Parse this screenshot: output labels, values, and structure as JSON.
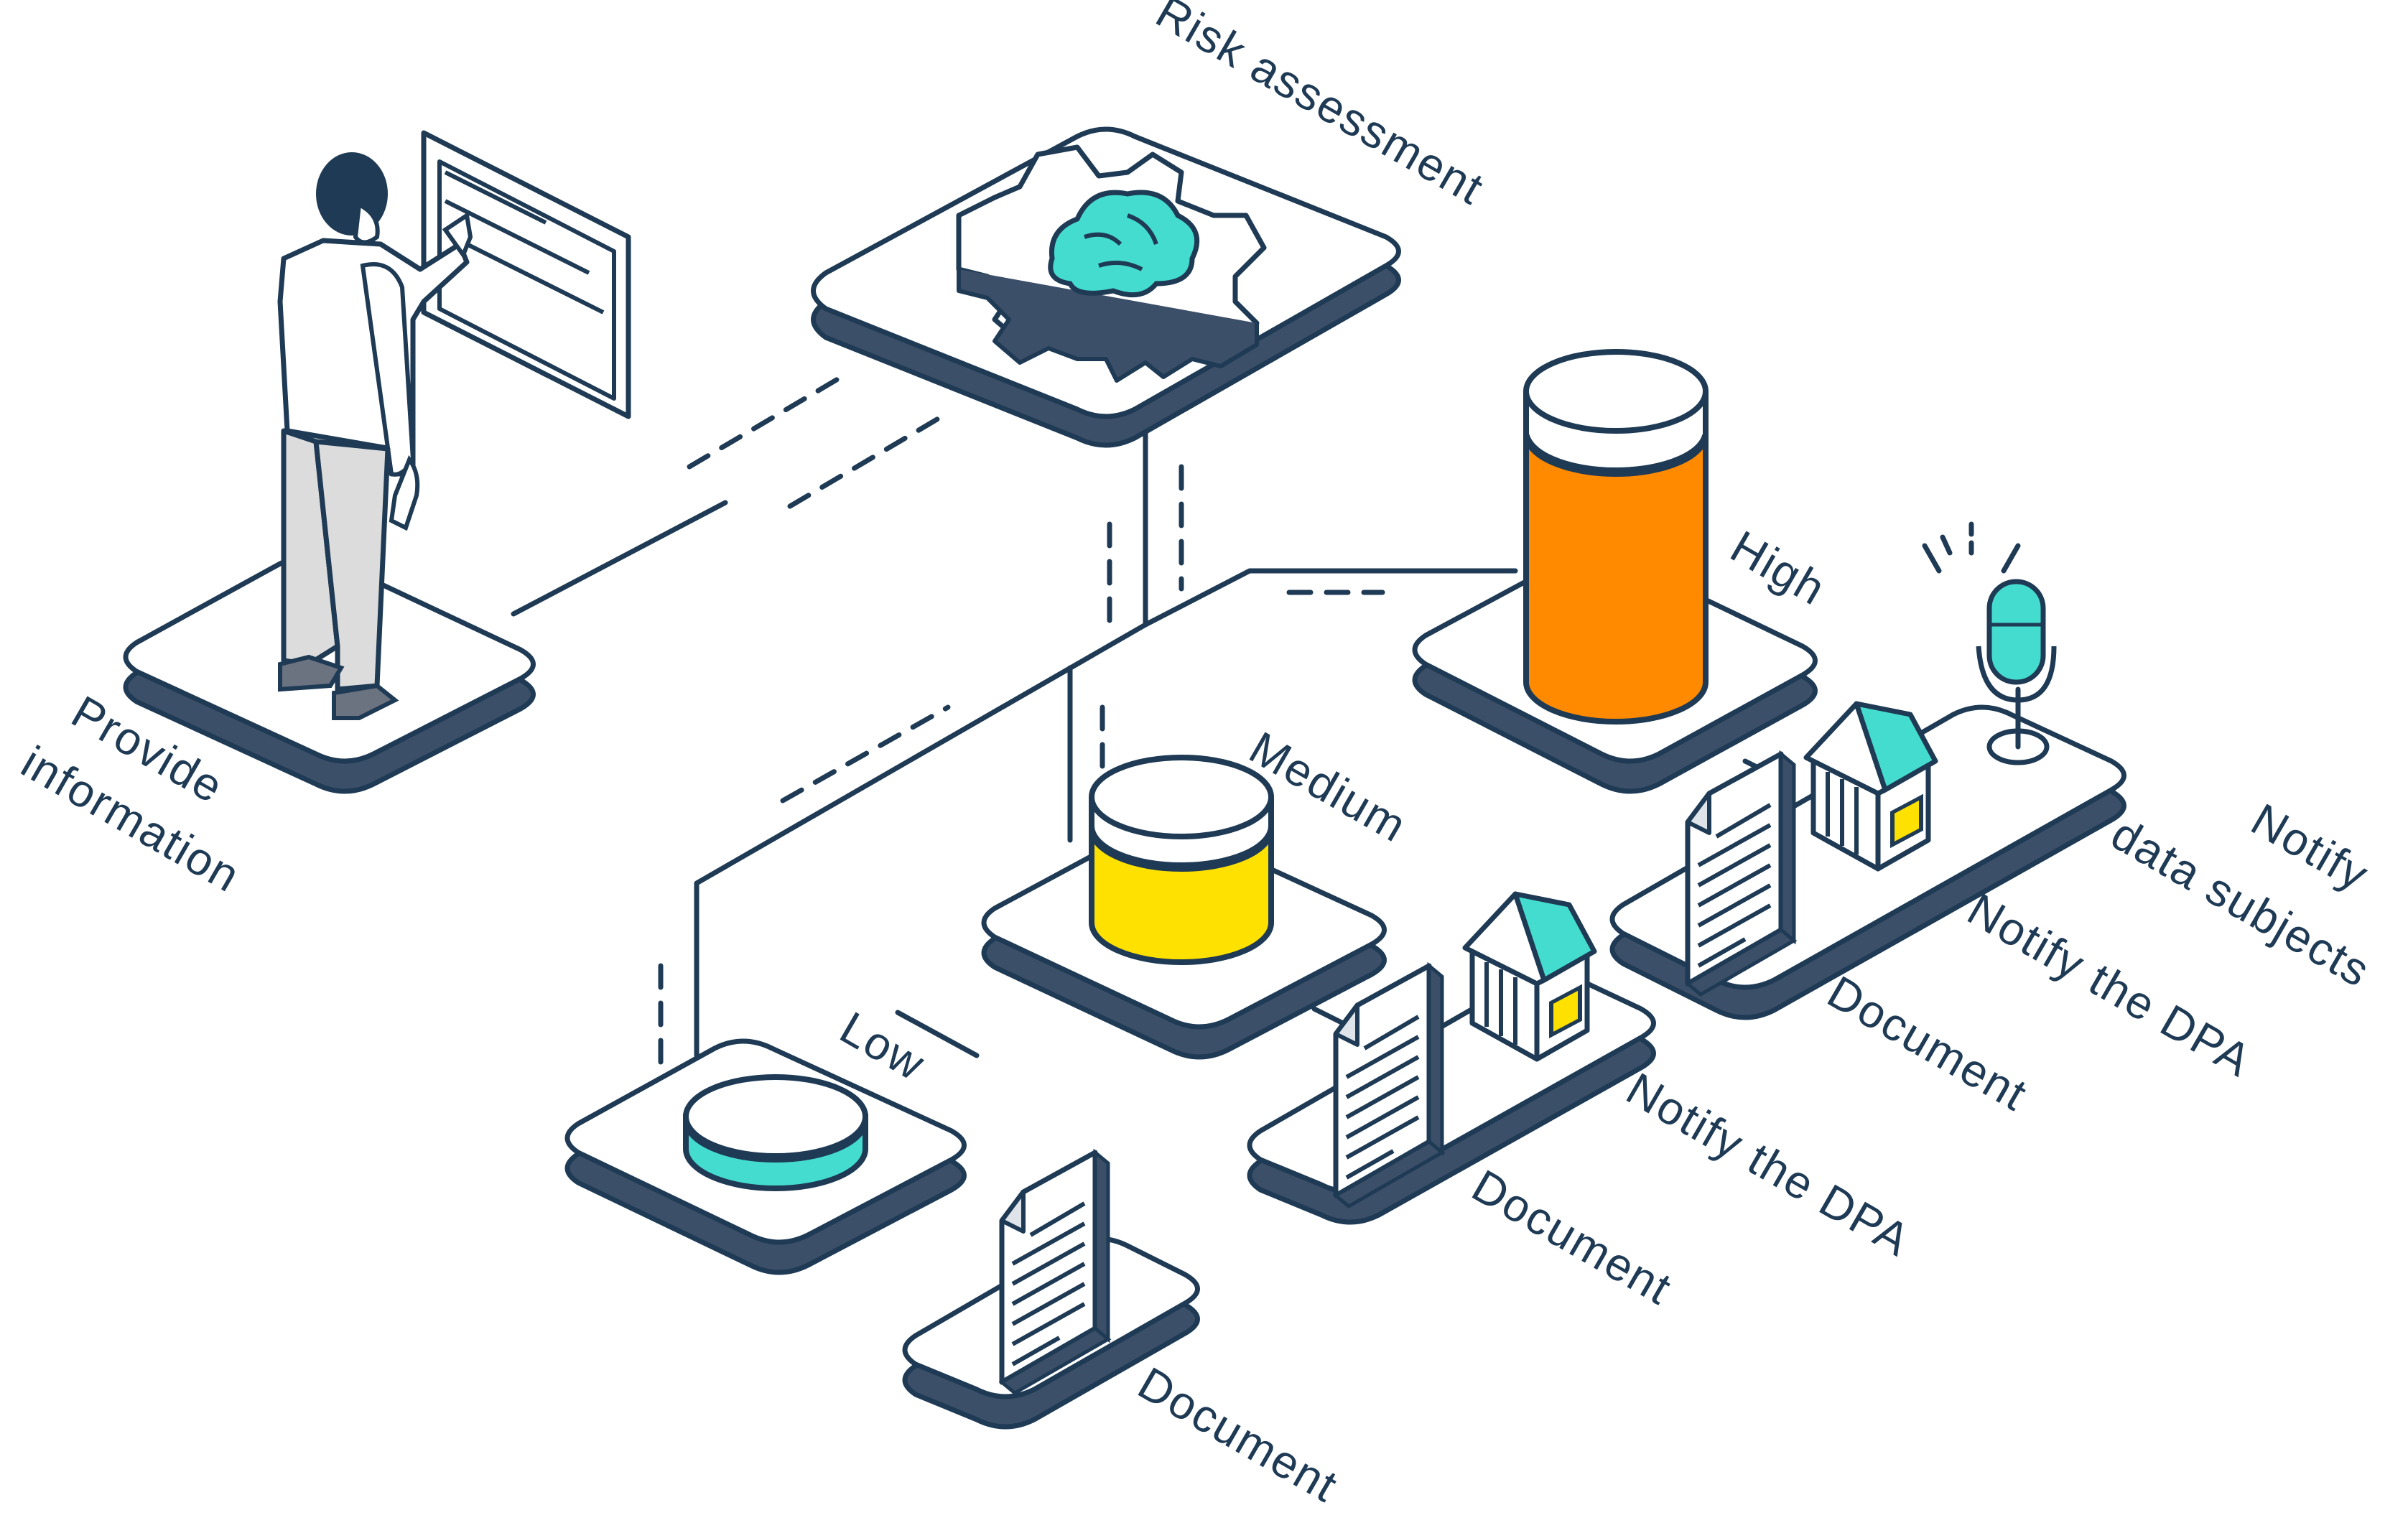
{
  "colors": {
    "outline": "#1e3a54",
    "platform_side": "#3c4f68",
    "platform_top": "#ffffff",
    "teal": "#45dcd0",
    "orange": "#ff8a00",
    "yellow": "#ffe100",
    "pants": "#dcdcdc"
  },
  "labels": {
    "risk_assessment": "Risk assessment",
    "provide_information_line1": "Provide",
    "provide_information_line2": "information",
    "high": "High",
    "medium": "Medium",
    "low": "Low",
    "notify_data_subjects_line1": "Notify",
    "notify_data_subjects_line2": "data subjects",
    "high_notify_dpa": "Notify the DPA",
    "high_document": "Document",
    "medium_notify_dpa": "Notify the DPA",
    "medium_document": "Document",
    "low_document": "Document"
  },
  "icons": {
    "risk": "gear-brain-icon",
    "person": "person-user-icon",
    "screen": "screen-panel-icon",
    "document": "document-icon",
    "authority": "building-icon",
    "microphone": "microphone-icon"
  },
  "levels": [
    {
      "name": "High",
      "relative_height": 1.0
    },
    {
      "name": "Medium",
      "relative_height": 0.45
    },
    {
      "name": "Low",
      "relative_height": 0.12
    }
  ]
}
